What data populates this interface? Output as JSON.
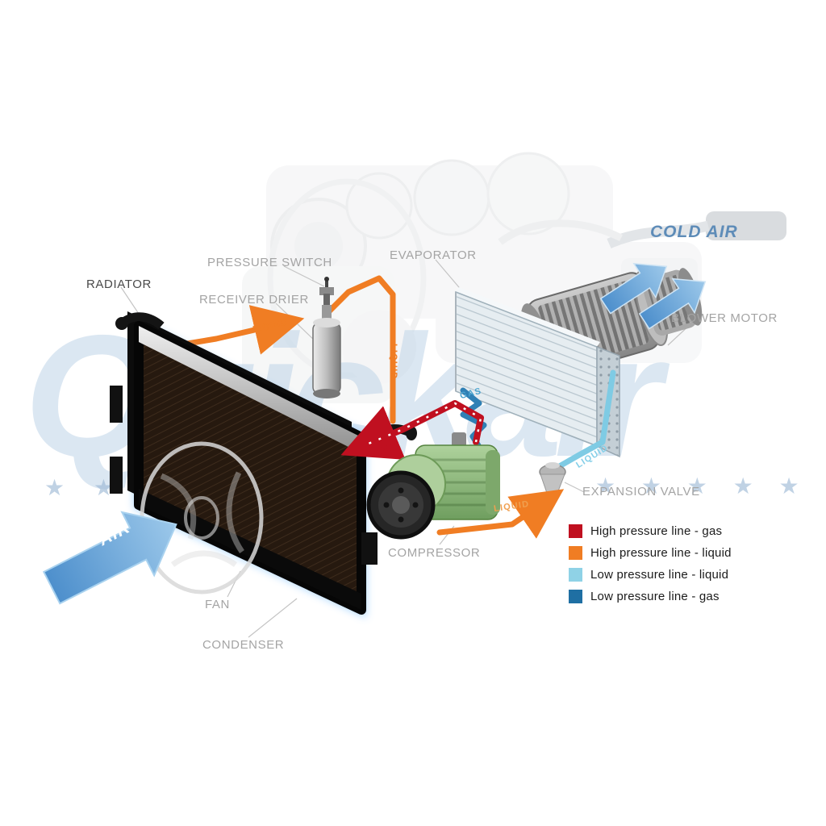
{
  "labels": {
    "radiator": "RADIATOR",
    "pressure_switch": "PRESSURE SWITCH",
    "receiver_drier": "RECEIVER DRIER",
    "evaporator": "EVAPORATOR",
    "cold_air": "COLD AIR",
    "blower_motor": "BLOWER MOTOR",
    "expansion_valve": "EXPANSION VALVE",
    "compressor": "COMPRESSOR",
    "fan": "FAN",
    "condenser": "CONDENSER",
    "air": "AIR"
  },
  "pipe_labels": [
    {
      "text": "LIQUID",
      "color": "#f07d23"
    },
    {
      "text": "LIQUID",
      "color": "#f07d23"
    },
    {
      "text": "GAS",
      "color": "#c01020"
    },
    {
      "text": "GAS",
      "color": "#4aa3cf"
    },
    {
      "text": "LIQUID",
      "color": "#85cfe8"
    },
    {
      "text": "LIQUID",
      "color": "#f0a050"
    }
  ],
  "legend": {
    "items": [
      {
        "color": "#c01020",
        "label": "High pressure line - gas"
      },
      {
        "color": "#f07d23",
        "label": "High pressure line - liquid"
      },
      {
        "color": "#8fd2e6",
        "label": "Low pressure line - liquid"
      },
      {
        "color": "#1f6fa3",
        "label": "Low pressure line -  gas"
      }
    ]
  },
  "watermark": {
    "text": "Quickair",
    "stars_left": "★ ★ ★",
    "stars_right": "★ ★ ★ ★ ★ ★",
    "stars_center": "★ ★"
  }
}
